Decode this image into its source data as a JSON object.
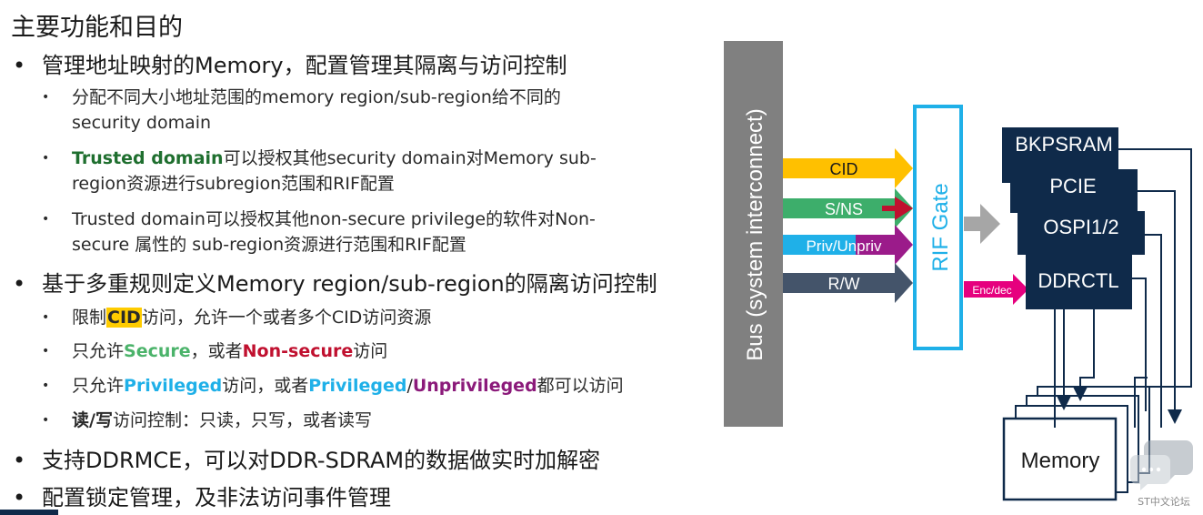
{
  "title": "主要功能和目的",
  "bullets": {
    "b1": "管理地址映射的Memory，配置管理其隔离与访问控制",
    "b1_a": "分配不同大小地址范围的memory region/sub-region给不同的",
    "b1_a2": "security domain",
    "b1_b_strong": "Trusted domain",
    "b1_b_rest": "可以授权其他security domain对Memory sub-",
    "b1_b2": "region资源进行subregion范围和RIF配置",
    "b1_c": "Trusted domain可以授权其他non-secure privilege的软件对Non-",
    "b1_c2": "secure 属性的 sub-region资源进行范围和RIF配置",
    "b2": "基于多重规则定义Memory region/sub-region的隔离访问控制",
    "b2_a_pre": "限制",
    "b2_a_cid": "CID",
    "b2_a_post": "访问，允许一个或者多个CID访问资源",
    "b2_b_pre": "只允许",
    "b2_b_secure": "Secure",
    "b2_b_mid": "，或者",
    "b2_b_ns": "Non-secure",
    "b2_b_post": "访问",
    "b2_c_pre": "只允许",
    "b2_c_priv": "Privileged",
    "b2_c_mid": "访问，或者",
    "b2_c_priv2": "Privileged",
    "b2_c_slash": "/",
    "b2_c_unpriv": "Unprivileged",
    "b2_c_post": "都可以访问",
    "b2_d_bold": "读/写",
    "b2_d_rest": "访问控制：只读，只写，或者读写",
    "b3": "支持DDRMCE，可以对DDR-SDRAM的数据做实时加解密",
    "b4": "配置锁定管理，及非法访问事件管理"
  },
  "diagram": {
    "bus_label": "Bus (system interconnect)",
    "signals": [
      "CID",
      "S/NS",
      "Priv/Unpriv",
      "R/W"
    ],
    "gate_label": "RIF Gate",
    "enc_label": "Enc/dec",
    "peripherals": [
      "BKPSRAM",
      "PCIE",
      "OSPI1/2",
      "DDRCTL"
    ],
    "memory_label": "Memory"
  },
  "watermark": "ST中文论坛",
  "colors": {
    "bus": "#808080",
    "cid": "#ffc000",
    "sns": "#3dae6b",
    "priv": "#9b1b8a",
    "rw": "#44546a",
    "gate": "#1fb0e8",
    "box": "#0f2a4a",
    "enc": "#e6007e"
  }
}
